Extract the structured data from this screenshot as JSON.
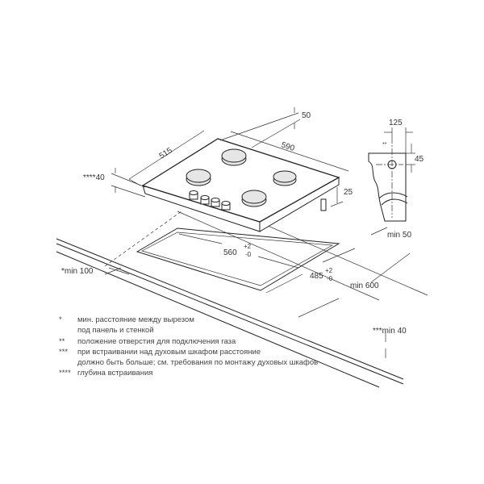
{
  "dimensions": {
    "depth": "515",
    "width": "590",
    "gap_top": "50",
    "install_depth": "****40",
    "height": "25",
    "cutout_width": "560",
    "cutout_depth": "485",
    "tol_plus": "+2",
    "tol_minus": "-0",
    "min_front": "*min 100",
    "min_back": "min 50",
    "min_side": "min 600",
    "min_below": "***min 40",
    "gas_offset": "125",
    "gas_height": "45",
    "gas_mark": "**"
  },
  "notes": [
    {
      "mark": "*",
      "text": "мин. расстояние между вырезом"
    },
    {
      "mark": "",
      "text": "под панель и стенкой"
    },
    {
      "mark": "**",
      "text": "положение отверстия для подключения газа"
    },
    {
      "mark": "***",
      "text": "при встраивании над духовым шкафом расстояние"
    },
    {
      "mark": "",
      "text": "должно быть больше; см. требования по монтажу духовых шкафов"
    },
    {
      "mark": "****",
      "text": "глубина встраивания"
    }
  ]
}
